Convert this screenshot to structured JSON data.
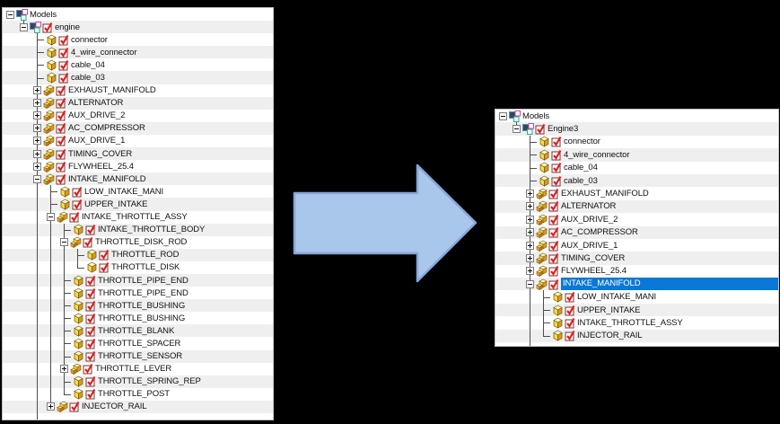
{
  "colors": {
    "background": "#000000",
    "panel_bg": "#ffffff",
    "row_stripe": "#efefef",
    "selection_blue": "#0a78d7",
    "tree_line": "#4d4d4d",
    "check_red": "#dd2020",
    "check_border": "#7d3030",
    "cube_top": "#fdf6c8",
    "cube_left": "#ffd93e",
    "cube_right": "#d89c1e",
    "arrow_fill": "#a9c7ea",
    "arrow_stroke": "#87a5d8"
  },
  "arrow": {
    "direction": "right",
    "style": "block-arrow"
  },
  "panels": {
    "left": {
      "name": "source-model-tree",
      "rows": [
        {
          "label": "Models",
          "level": 0,
          "expander": "minus",
          "icon": "component-icon",
          "checkbox": false,
          "g": []
        },
        {
          "label": "engine",
          "level": 1,
          "expander": "minus",
          "icon": "component-icon",
          "checkbox": true,
          "g": [],
          "half": 1
        },
        {
          "label": "connector",
          "level": 2,
          "expander": null,
          "icon": "part-icon",
          "checkbox": true,
          "g": [
            2
          ],
          "h": 2
        },
        {
          "label": "4_wire_connector",
          "level": 2,
          "expander": null,
          "icon": "part-icon",
          "checkbox": true,
          "g": [
            2
          ],
          "h": 2
        },
        {
          "label": "cable_04",
          "level": 2,
          "expander": null,
          "icon": "part-icon",
          "checkbox": true,
          "g": [
            2
          ],
          "h": 2
        },
        {
          "label": "cable_03",
          "level": 2,
          "expander": null,
          "icon": "part-icon",
          "checkbox": true,
          "g": [
            2
          ],
          "h": 2
        },
        {
          "label": "EXHAUST_MANIFOLD",
          "level": 2,
          "expander": "plus",
          "icon": "assembly-icon",
          "checkbox": true,
          "g": [
            2
          ]
        },
        {
          "label": "ALTERNATOR",
          "level": 2,
          "expander": "plus",
          "icon": "assembly-icon",
          "checkbox": true,
          "g": [
            2
          ]
        },
        {
          "label": "AUX_DRIVE_2",
          "level": 2,
          "expander": "plus",
          "icon": "assembly-icon",
          "checkbox": true,
          "g": [
            2
          ]
        },
        {
          "label": "AC_COMPRESSOR",
          "level": 2,
          "expander": "plus",
          "icon": "assembly-icon",
          "checkbox": true,
          "g": [
            2
          ]
        },
        {
          "label": "AUX_DRIVE_1",
          "level": 2,
          "expander": "plus",
          "icon": "assembly-icon",
          "checkbox": true,
          "g": [
            2
          ]
        },
        {
          "label": "TIMING_COVER",
          "level": 2,
          "expander": "plus",
          "icon": "assembly-icon",
          "checkbox": true,
          "g": [
            2
          ]
        },
        {
          "label": "FLYWHEEL_25.4",
          "level": 2,
          "expander": "plus",
          "icon": "assembly-icon",
          "checkbox": true,
          "g": [
            2
          ]
        },
        {
          "label": "INTAKE_MANIFOLD",
          "level": 2,
          "expander": "minus",
          "icon": "assembly-icon",
          "checkbox": true,
          "g": [
            2
          ]
        },
        {
          "label": "LOW_INTAKE_MANI",
          "level": 3,
          "expander": null,
          "icon": "part-icon",
          "checkbox": true,
          "g": [
            2,
            3
          ],
          "h": 3
        },
        {
          "label": "UPPER_INTAKE",
          "level": 3,
          "expander": null,
          "icon": "part-icon",
          "checkbox": true,
          "g": [
            2,
            3
          ],
          "h": 3
        },
        {
          "label": "INTAKE_THROTTLE_ASSY",
          "level": 3,
          "expander": "minus",
          "icon": "assembly-icon",
          "checkbox": true,
          "g": [
            2,
            3
          ]
        },
        {
          "label": "INTAKE_THROTTLE_BODY",
          "level": 4,
          "expander": null,
          "icon": "part-icon",
          "checkbox": true,
          "g": [
            2,
            3,
            4
          ],
          "h": 4
        },
        {
          "label": "THROTTLE_DISK_ROD",
          "level": 4,
          "expander": "minus",
          "icon": "assembly-icon",
          "checkbox": true,
          "g": [
            2,
            3,
            4
          ]
        },
        {
          "label": "THROTTLE_ROD",
          "level": 5,
          "expander": null,
          "icon": "part-icon",
          "checkbox": true,
          "g": [
            2,
            3,
            4,
            5
          ],
          "h": 5
        },
        {
          "label": "THROTTLE_DISK",
          "level": 5,
          "expander": null,
          "icon": "part-icon",
          "checkbox": true,
          "g": [
            2,
            3,
            4
          ],
          "half": 5,
          "h": 5
        },
        {
          "label": "THROTTLE_PIPE_END",
          "level": 4,
          "expander": null,
          "icon": "part-icon",
          "checkbox": true,
          "g": [
            2,
            3,
            4
          ],
          "h": 4
        },
        {
          "label": "THROTTLE_PIPE_END",
          "level": 4,
          "expander": null,
          "icon": "part-icon",
          "checkbox": true,
          "g": [
            2,
            3,
            4
          ],
          "h": 4
        },
        {
          "label": "THROTTLE_BUSHING",
          "level": 4,
          "expander": null,
          "icon": "part-icon",
          "checkbox": true,
          "g": [
            2,
            3,
            4
          ],
          "h": 4
        },
        {
          "label": "THROTTLE_BUSHING",
          "level": 4,
          "expander": null,
          "icon": "part-icon",
          "checkbox": true,
          "g": [
            2,
            3,
            4
          ],
          "h": 4
        },
        {
          "label": "THROTTLE_BLANK",
          "level": 4,
          "expander": null,
          "icon": "part-icon",
          "checkbox": true,
          "g": [
            2,
            3,
            4
          ],
          "h": 4
        },
        {
          "label": "THROTTLE_SPACER",
          "level": 4,
          "expander": null,
          "icon": "part-icon",
          "checkbox": true,
          "g": [
            2,
            3,
            4
          ],
          "h": 4
        },
        {
          "label": "THROTTLE_SENSOR",
          "level": 4,
          "expander": null,
          "icon": "part-icon",
          "checkbox": true,
          "g": [
            2,
            3,
            4
          ],
          "h": 4
        },
        {
          "label": "THROTTLE_LEVER",
          "level": 4,
          "expander": "plus",
          "icon": "assembly-icon",
          "checkbox": true,
          "g": [
            2,
            3,
            4
          ]
        },
        {
          "label": "THROTTLE_SPRING_REP",
          "level": 4,
          "expander": null,
          "icon": "part-icon",
          "checkbox": true,
          "g": [
            2,
            3,
            4
          ],
          "h": 4
        },
        {
          "label": "THROTTLE_POST",
          "level": 4,
          "expander": null,
          "icon": "part-icon",
          "checkbox": true,
          "g": [
            2,
            3
          ],
          "half": 4,
          "h": 4
        },
        {
          "label": "INJECTOR_RAIL",
          "level": 3,
          "expander": "plus",
          "icon": "assembly-icon",
          "checkbox": true,
          "g": [
            2
          ],
          "half": 3
        }
      ],
      "tail_lines": [
        2
      ]
    },
    "right": {
      "name": "result-model-tree",
      "rows": [
        {
          "label": "Models",
          "level": 0,
          "expander": "minus",
          "icon": "component-icon",
          "checkbox": false,
          "g": []
        },
        {
          "label": "Engine3",
          "level": 1,
          "expander": "minus",
          "icon": "component-icon",
          "checkbox": true,
          "g": [],
          "half": 1
        },
        {
          "label": "connector",
          "level": 2,
          "expander": null,
          "icon": "part-icon",
          "checkbox": true,
          "g": [
            2
          ],
          "h": 2
        },
        {
          "label": "4_wire_connector",
          "level": 2,
          "expander": null,
          "icon": "part-icon",
          "checkbox": true,
          "g": [
            2
          ],
          "h": 2
        },
        {
          "label": "cable_04",
          "level": 2,
          "expander": null,
          "icon": "part-icon",
          "checkbox": true,
          "g": [
            2
          ],
          "h": 2
        },
        {
          "label": "cable_03",
          "level": 2,
          "expander": null,
          "icon": "part-icon",
          "checkbox": true,
          "g": [
            2
          ],
          "h": 2
        },
        {
          "label": "EXHAUST_MANIFOLD",
          "level": 2,
          "expander": "plus",
          "icon": "assembly-icon",
          "checkbox": true,
          "g": [
            2
          ]
        },
        {
          "label": "ALTERNATOR",
          "level": 2,
          "expander": "plus",
          "icon": "assembly-icon",
          "checkbox": true,
          "g": [
            2
          ]
        },
        {
          "label": "AUX_DRIVE_2",
          "level": 2,
          "expander": "plus",
          "icon": "assembly-icon",
          "checkbox": true,
          "g": [
            2
          ]
        },
        {
          "label": "AC_COMPRESSOR",
          "level": 2,
          "expander": "plus",
          "icon": "assembly-icon",
          "checkbox": true,
          "g": [
            2
          ]
        },
        {
          "label": "AUX_DRIVE_1",
          "level": 2,
          "expander": "plus",
          "icon": "assembly-icon",
          "checkbox": true,
          "g": [
            2
          ]
        },
        {
          "label": "TIMING_COVER",
          "level": 2,
          "expander": "plus",
          "icon": "assembly-icon",
          "checkbox": true,
          "g": [
            2
          ]
        },
        {
          "label": "FLYWHEEL_25.4",
          "level": 2,
          "expander": "plus",
          "icon": "assembly-icon",
          "checkbox": true,
          "g": [
            2
          ]
        },
        {
          "label": "INTAKE_MANIFOLD",
          "level": 2,
          "expander": "minus",
          "icon": "assembly-icon",
          "checkbox": true,
          "g": [
            2
          ],
          "selected": true
        },
        {
          "label": "LOW_INTAKE_MANI",
          "level": 3,
          "expander": null,
          "icon": "part-icon",
          "checkbox": true,
          "g": [
            2,
            3
          ],
          "h": 3
        },
        {
          "label": "UPPER_INTAKE",
          "level": 3,
          "expander": null,
          "icon": "part-icon",
          "checkbox": true,
          "g": [
            2,
            3
          ],
          "h": 3
        },
        {
          "label": "INTAKE_THROTTLE_ASSY",
          "level": 3,
          "expander": null,
          "icon": "part-icon",
          "checkbox": true,
          "g": [
            2,
            3
          ],
          "h": 3
        },
        {
          "label": "INJECTOR_RAIL",
          "level": 3,
          "expander": null,
          "icon": "part-icon",
          "checkbox": true,
          "g": [
            2
          ],
          "half": 3,
          "h": 3
        }
      ],
      "tail_lines": [
        2
      ]
    }
  }
}
